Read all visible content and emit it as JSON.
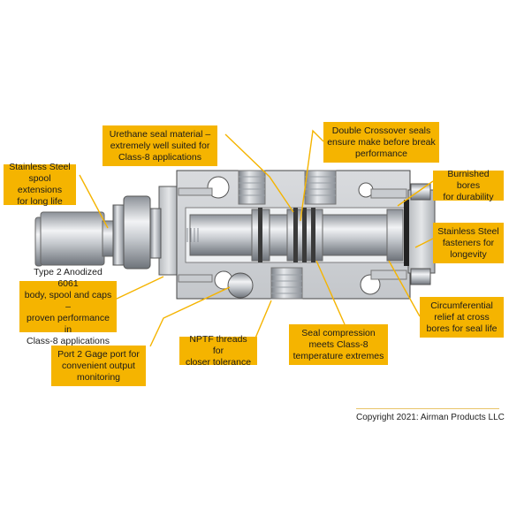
{
  "callouts": {
    "urethane": "Urethane seal material –\nextremely well suited for\nClass-8 applications",
    "double_crossover": "Double Crossover seals\nensure make before break\nperformance",
    "stainless_spool": "Stainless Steel\nspool extensions\nfor long life",
    "burnished": "Burnished bores\nfor durability",
    "stainless_fasteners": "Stainless Steel\nfasteners for\nlongevity",
    "anodized": "Type 2 Anodized 6061\nbody, spool and caps –\nproven performance in\nClass-8 applications",
    "circumferential": "Circumferential\nrelief at cross\nbores for seal life",
    "gage_port": "Port 2 Gage port for\nconvenient output\nmonitoring",
    "nptf": "NPTF threads for\ncloser tolerance",
    "seal_compression": "Seal compression\nmeets Class-8\ntemperature extremes"
  },
  "copyright": "Copyright 2021: Airman Products LLC",
  "colors": {
    "callout": "#f5b400",
    "leader": "#f5b400",
    "body": "#c9ccd1"
  }
}
